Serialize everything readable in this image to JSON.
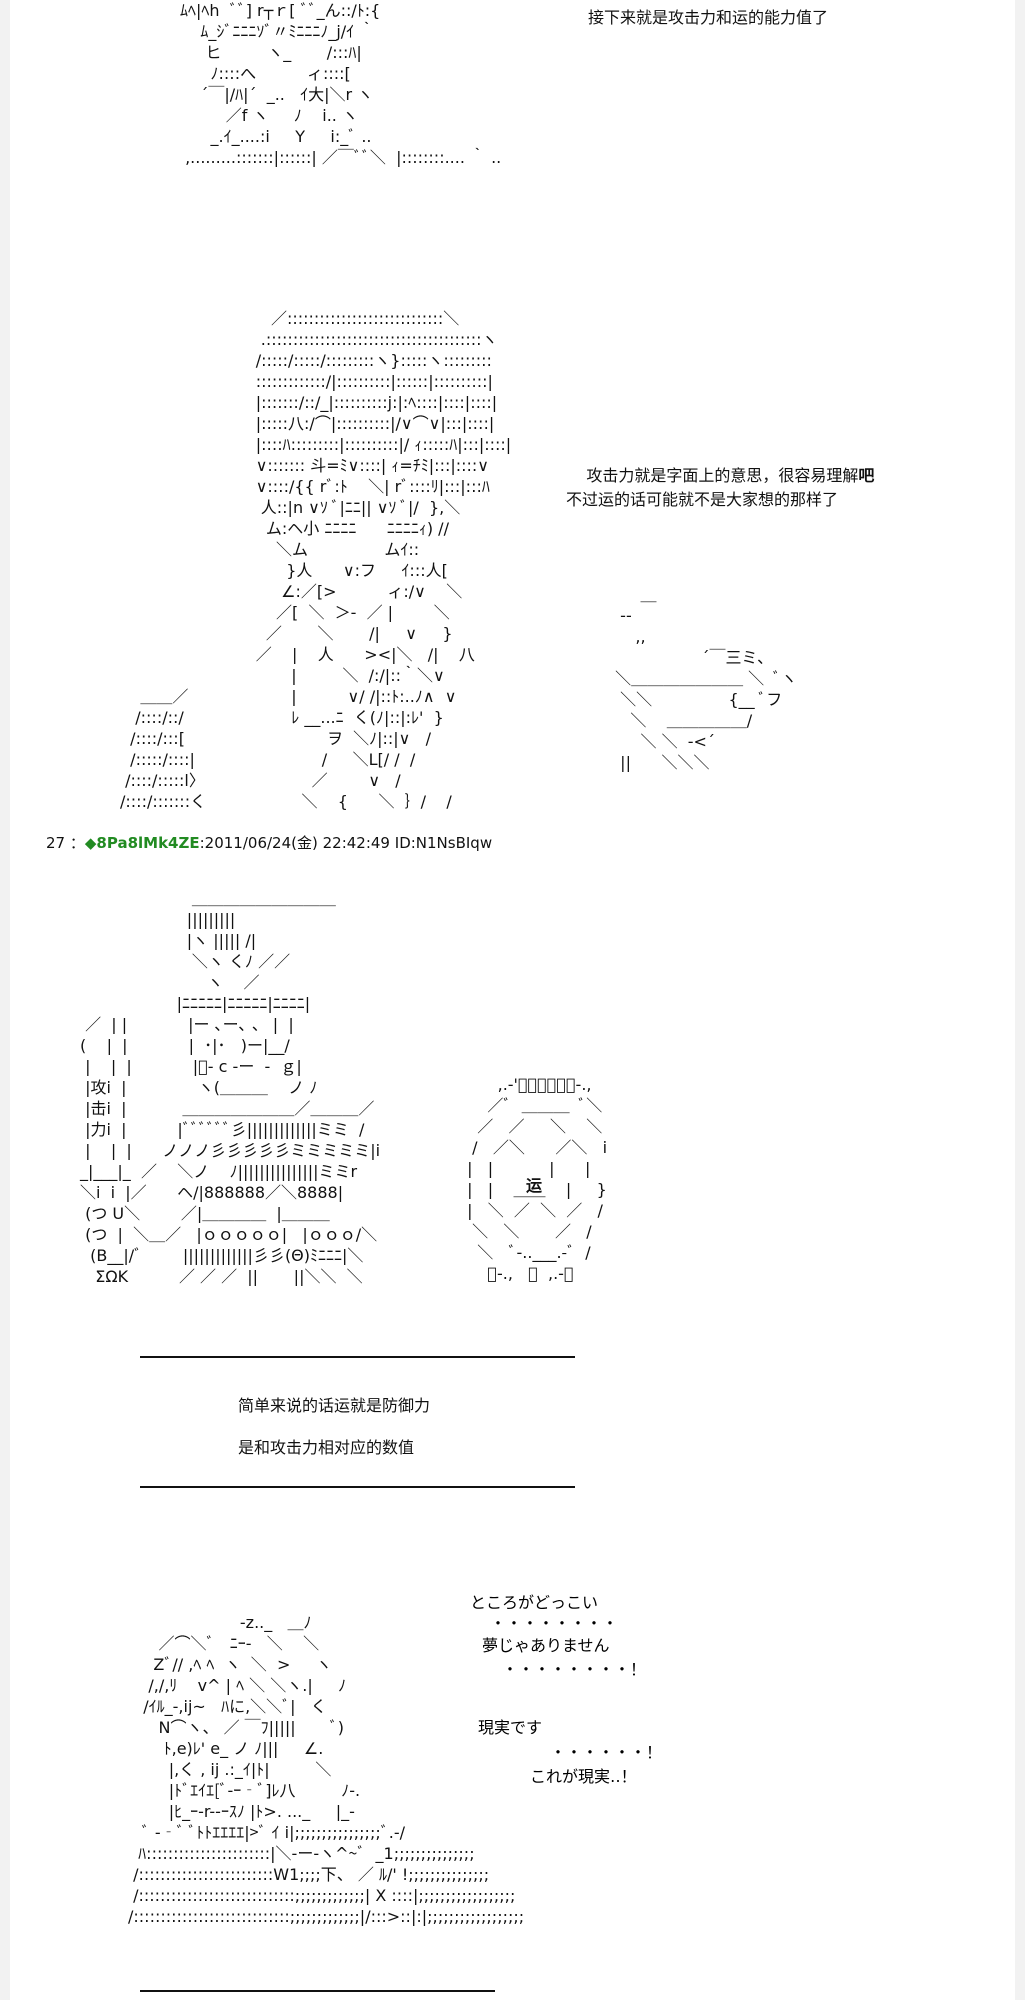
{
  "panel1": {
    "art": "ﾑﾍ|ﾍh  ﾞﾞ] r┬ｒ[ ﾞﾞ_ん::/ﾄ:{\n    ﾑ_ｼﾞﾆﾆﾆｿﾞ〃ﾐﾆﾆﾆﾉ_j/ｲ ｀\n     ヒ         ヽ_       /:::ﾊ|\n      ﾉ::::へ          ィ::::[\n    ´￣|/ﾊ|´  _..   ｲ大|＼r ヽ\n         ／f ヽ     ﾉ    i.. ヽ\n      _.ｲ_....:i     Y     i:_ﾞ ..\n ,.........:::::::|::::::| ／￣ﾞﾞ＼  |::::::::.... ｀ ..",
    "caption": "接下来就是攻击力和运的能力值了"
  },
  "panel2": {
    "art": "           ／:::::::::::::::::::::::::::::＼\n         .::::::::::::::::::::::::::::::::::::::::ヽ\n        /:::::/:::::/:::::::::ヽ}:::::ヽ:::::::::\n        :::::::::::::/|::::::::::|::::::|::::::::::|\n        |:::::::/::/_|::::::::::j:|:ﾍ::::|::::|::::|\n        |:::::八:/⌒|::::::::::|/∨⌒∨|:::|::::|\n        |::::ﾊ:::::::::|::::::::::|/ ｨ:::::ﾊ|:::|::::|\n        ∨::::::: 斗=ﾐ∨::::| ｨ=ﾁﾐ|:::|::::∨\n        ∨::::/{{ rﾞ:ﾄ    ＼| rﾞ::::ﾘ|:::|:::ﾊ\n         人::|n ∨ｿ ﾞ|ﾆﾆ|| ∨ｿ ﾞ|/  },＼\n          ム:ヘ小 ﾆﾆﾆﾆ      ﾆﾆﾆﾆｨ) //\n            ＼ム               ムｲ::\n              }人      ∨:フ     ｲ:::人[\n             ∠:／[>          ィ:/∨    ＼\n            ／[  ＼  ＞-  ／ |        ＼\n          ／       ＼       /|     ∨     }\n        ／    |    人      ><|＼   /|    八\n               |         ＼  /:/|::｀＼∨\n               |          ∨/ /|::ﾄ:..ﾉ∧  ∨\n               ﾚ __...ﾆ  く(ﾉ|::|:ﾚ'  }\n                      ヲ  ＼ﾉ|::|∨   /\n                     /     ＼L[/ /  /\n                   ／        ∨   /\n                 ＼    {      ＼  ｝/    /",
    "left_art": "    ＿＿／\n   /::::/::/\n  /::::/:::[\n  /:::::/::::|\n /::::/:::::l〉\n/::::/:::::::く",
    "right_art": "      ＿\n  -‐\n     ,,\n                  ´￣三ミ､\n ＼＿＿＿＿＿＿＿ ＼  ﾞヽ\n  ＼＼               {__ ﾞフ\n    ＼    ＿＿＿＿＿/\n      ＼ ＼  -<´\n  ||      ＼＼＼",
    "caption_line1": "攻击力就是字面上的意思，很容易理解",
    "caption_line1_emph": "吧",
    "caption_line2": "不过运的话可能就不是大家想的那样了"
  },
  "post": {
    "number": "27",
    "separator": "：",
    "trip": "◆8Pa8lMk4ZE",
    "datetime": ":2011/06/24(金) 22:42:49",
    "id": "ID:N1NsBIqw"
  },
  "panel3": {
    "art": "                      ＿＿＿＿＿＿＿＿＿\n                     |||||||||\n                     |ヽ ||||| /|\n                      ＼ヽ くﾉ ／／\n                         ヽ    ／\n                   |ﾆﾆﾆﾆﾆ|ﾆﾆﾆﾆﾆ|ﾆﾆﾆﾆ|\n ／  | |            |ー ､ー､ 、 |  |\n(    |  |            |  ･|･   )ー|__/\n |    |  |            |ﾞ‐ c ‐ー  ‐  ｇ|\n |攻i  |              ヽ(＿＿＿    ノ ﾉ\n |击i  |           ＿＿＿＿＿＿＿／＿＿＿／\n |力i  |          |ﾞﾞﾞﾞﾞﾞ彡|||||||||||||ミミ  /\n |    |  |      ノノノ彡彡彡彡彡ミミミミミ|i\n_|___|_  ／    ＼ノ    ﾉ|||||||||||||||ミミr\n＼i  i  |／      ヘ/|888888／＼8888|\n (つ U＼        ／|＿＿＿＿  |＿＿＿\n (つ  |  ＼＿／   |ｏｏｏｏｏ|   |ｏｏｏ/＼\n  (B__|/ﾞ        |||||||||||||彡彡(Θ)ﾐﾆﾆﾆ|＼\n   ΣΩK          ／ ／ ／  ||       ||＼＼  ＼",
    "wheel_art": "       ,.-'ﾞﾞﾞﾞﾞﾞ-.,\n     ／ﾞ  ＿＿＿  ﾞ＼\n   ／   ／     ＼    ＼\n  /   ／＼      ／＼   i\n |   |           |      |\n |   |    ＿＿    |     }\n |   ＼  ／  ＼  ／   /\n  ＼   ＼       ／   /\n   ＼   ﾞ-..___.-ﾞ  /\n     ﾞ-.,   ＿  ,.-ﾞ",
    "wheel_label": "运",
    "caption_line1": "简单来说的话运就是防御力",
    "caption_line2": "是和攻击力相对应的数值"
  },
  "panel4": {
    "art": "                      ‐z.._   ＿ﾉ\n      ／⌒＼ﾞ   ﾆｰ-   ＼    ＼\n     Zﾞ// ,ﾍ ﾍ  ヽ  ＼  >     ヽ\n    /,/,ﾘ    v^ | ﾍ ＼ ＼ヽ.|     ﾉ\n   /ｲﾙ_-,ij~   ﾊに,＼＼ﾞ|   く\n      N⌒ヽ、 ／ ￣ﾌ|||||       ﾞ)\n       ﾄ,e)ﾚ' e_ ノ ﾉ|||     ∠.\n        |,く , ij .:_ｲ|ﾄ|         ＼\n        |ﾄﾞｴｲｴ[ﾞ‐ｰ‐ﾞ]ﾚ八         ﾉ-.\n        |ﾋ_ｰ-r-‐ｰｽﾉ |ﾄ>. ..._     |_-\n   ﾞ -‐ﾞ ﾞﾄﾄｴｴｴｴ|>ﾞ ｲ i|;;;;;;;;;;;;;;;;ﾞ.-/\n  ﾊ:::::::::::::::::::::::|＼-ー-ヽ^~ﾞ  _1;;;;;;;;;;;;;;;\n /:::::::::::::::::::::::::W1;;;;下、 ／ ﾙ/' !;;;;;;;;;;;;;;;\n /:::::::::::::::::::::::::::::;;;;;;;;;;;;;| X ::::|;;;;;;;;;;;;;;;;;;\n/:::::::::::::::::::::::::::::;;;;;;;;;;;;;|/:::>::|:|;;;;;;;;;;;;;;;;;;",
    "bubble_lines": [
      "ところがどっこい",
      "・・・・・・・・",
      "夢じゃありません",
      "・・・・・・・・！",
      "",
      "現実です",
      "・・・・・・！",
      "これが現実‥！"
    ]
  }
}
